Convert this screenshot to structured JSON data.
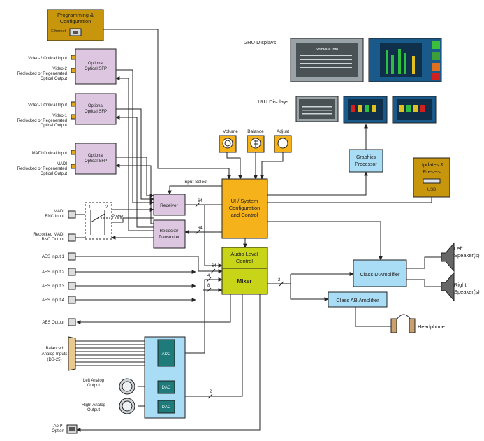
{
  "blocks": {
    "programming": [
      "Programming &",
      "Configuration"
    ],
    "ethernet": "Ethernet",
    "sfp": [
      "Optional",
      "Optical SFP"
    ],
    "receiver": "Receiver",
    "reclocker": [
      "Reclocker",
      "Transmitter"
    ],
    "ui": [
      "UI / System",
      "Configuration",
      "and Control"
    ],
    "audio_level": [
      "Audio Level",
      "Control"
    ],
    "mixer": "Mixer",
    "graphics": [
      "Graphics",
      "Processor"
    ],
    "updates": [
      "Updates &",
      "Presets"
    ],
    "usb": "USB",
    "class_d": "Class D Amplifier",
    "class_ab": "Class AB Amplifier",
    "adc": "ADC",
    "dac": "DAC"
  },
  "controls": {
    "volume": "Volume",
    "balance": "Balance",
    "adjust": "Adjust"
  },
  "displays": {
    "ru2": "2RU Displays",
    "ru1": "1RU Displays",
    "software_info": "Software Info"
  },
  "inputs": {
    "video2_in": "Video-2 Optical Input",
    "video2_out": [
      "Video-2",
      "Reclocked or Regenerated",
      "Optical Output"
    ],
    "video1_in": "Video-1 Optical Input",
    "video1_out": [
      "Video-1",
      "Reclocked or Regenerated",
      "Optical Output"
    ],
    "madi_in": "MADI Optical Input",
    "madi_out": [
      "MADI",
      "Reclocked or Regenerated",
      "Optical Output"
    ],
    "madi_bnc_in": [
      "MADI",
      "BNC Input"
    ],
    "madi_bnc_out": [
      "Reclocked MADI",
      "BNC Output"
    ],
    "aes": [
      "AES Input 1",
      "AES Input 2",
      "AES Input 3",
      "AES Input 4"
    ],
    "aes_out": "AES Output",
    "balanced": [
      "Balanced",
      "Analog Inputs",
      "(DB-25)"
    ],
    "left_analog": [
      "Left Analog",
      "Output"
    ],
    "right_analog": [
      "Right Analog",
      "Output"
    ],
    "aoip": [
      "AoIP",
      "Option"
    ]
  },
  "outputs": {
    "left_speaker": [
      "Left",
      "Speaker(s)"
    ],
    "right_speaker": [
      "Right",
      "Speaker(s)"
    ],
    "headphone": "Headphone"
  },
  "labels": {
    "input_select": "Input Select",
    "power": "Power",
    "n64": "64",
    "n4": "4",
    "n8": "8",
    "n2": "2",
    "switch_1": "1",
    "switch_2": "2"
  },
  "colors": {
    "sfp": "#dcc6e0",
    "receiver": "#dcc6e0",
    "ui": "#f5b21b",
    "mixer": "#c8d418",
    "blue": "#a9dcf5",
    "gold": "#c8960c",
    "dark": "#1f7a7a"
  }
}
